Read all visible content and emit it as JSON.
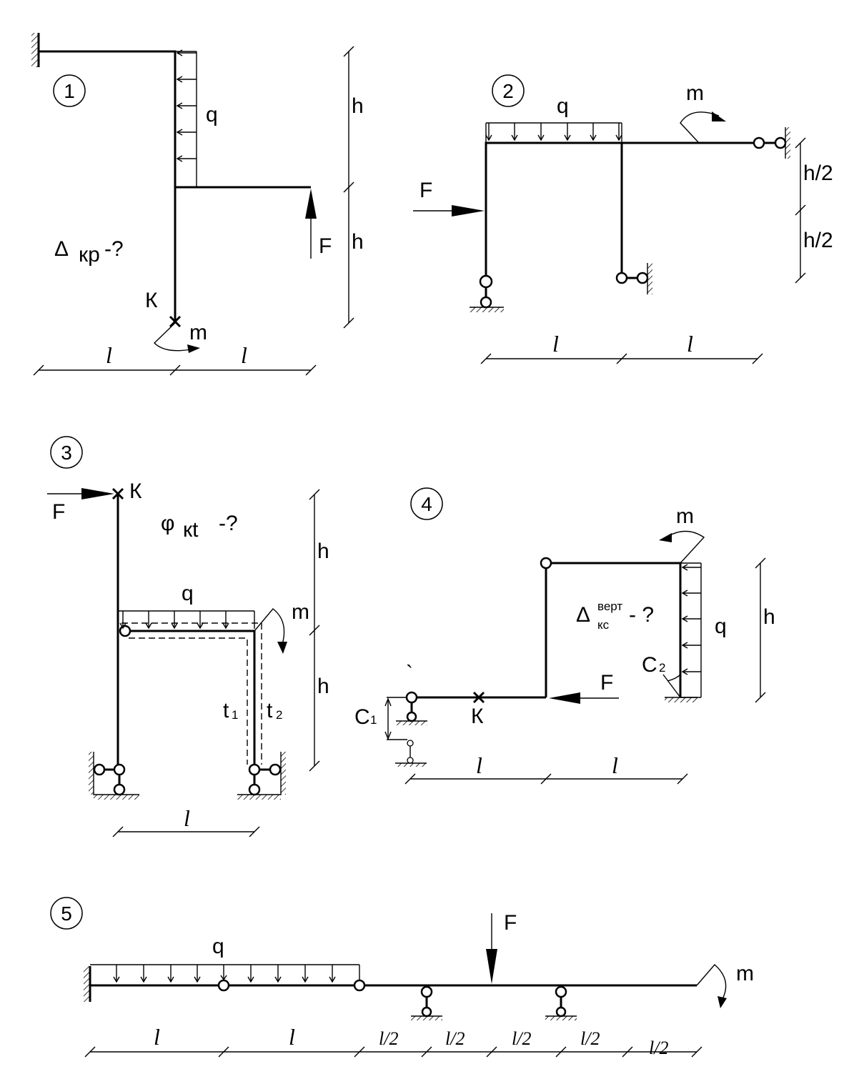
{
  "problems": [
    {
      "number": "1",
      "query_symbol": "Δ",
      "query_sub": "кр",
      "query_tail": "-?",
      "labels": {
        "q": "q",
        "F": "F",
        "m": "m",
        "K": "К",
        "h1": "h",
        "h2": "h",
        "l1": "l",
        "l2": "l"
      }
    },
    {
      "number": "2",
      "labels": {
        "q": "q",
        "F": "F",
        "m": "m",
        "h1": "h/2",
        "h2": "h/2",
        "l1": "l",
        "l2": "l"
      }
    },
    {
      "number": "3",
      "query_symbol": "φ",
      "query_sub": "кt",
      "query_tail": "-?",
      "labels": {
        "q": "q",
        "F": "F",
        "m": "m",
        "K": "К",
        "h1": "h",
        "h2": "h",
        "l1": "l",
        "t1": "t",
        "t1_sub": "1",
        "t2": "t",
        "t2_sub": "2"
      }
    },
    {
      "number": "4",
      "query_symbol": "Δ",
      "query_sup": "верт",
      "query_sub": "кс",
      "query_tail": "- ?",
      "labels": {
        "q": "q",
        "F": "F",
        "m": "m",
        "K": "К",
        "h": "h",
        "l1": "l",
        "l2": "l",
        "c1": "C",
        "c1_sub": "1",
        "c2": "C",
        "c2_sub": "2",
        "tick": "`"
      }
    },
    {
      "number": "5",
      "labels": {
        "q": "q",
        "F": "F",
        "m": "m",
        "spans": [
          "l",
          "l",
          "l/2",
          "l/2",
          "l/2",
          "l/2",
          "l/2"
        ]
      }
    }
  ]
}
